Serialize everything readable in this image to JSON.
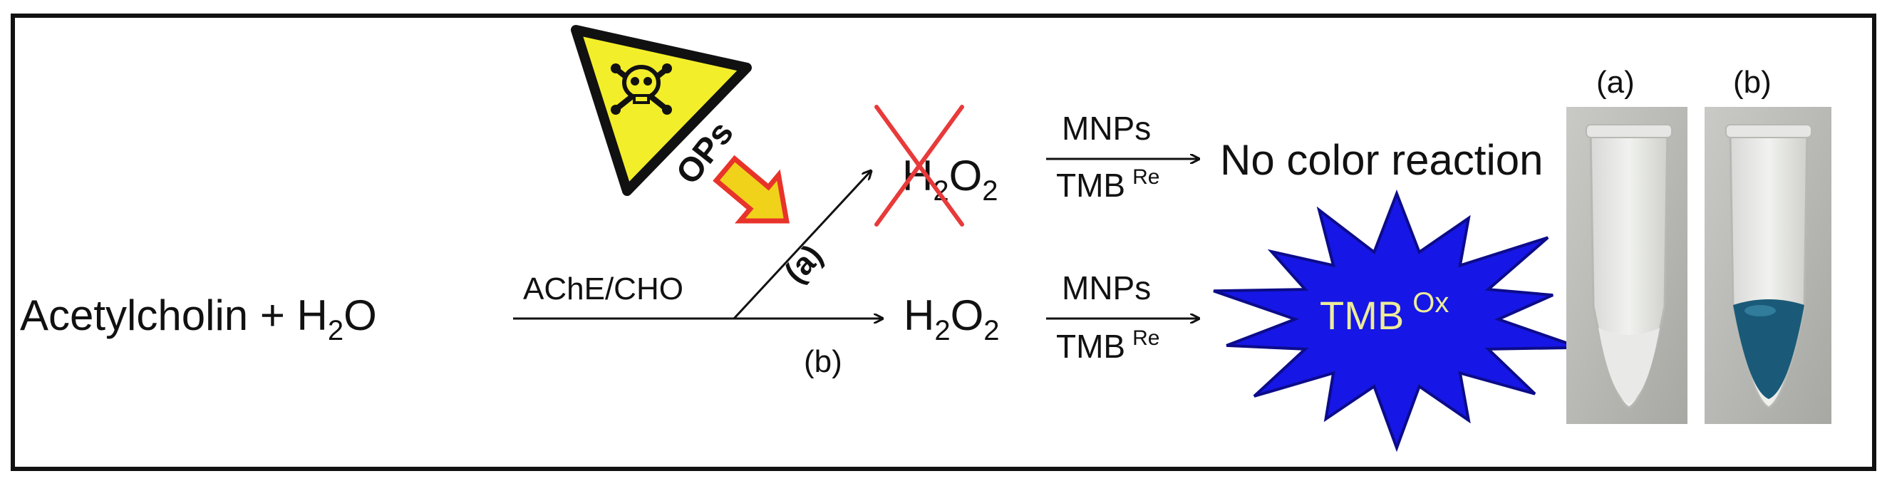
{
  "reactant": {
    "main": "Acetylcholin + H",
    "sub": "2",
    "tail": "O"
  },
  "enzyme_label": "AChE/CHO",
  "hazard": {
    "label": "OPs",
    "icon": "skull-crossbones-icon",
    "sign_color": "#f3ee2a",
    "arrow_color": "#f0d21a",
    "arrow_outline": "#e8332a"
  },
  "path_a": {
    "label": "(a)",
    "product_main": "H",
    "product_sub": "2",
    "product_tail": "O",
    "product_sub2": "2",
    "catalyst": "MNPs",
    "substrate": "TMB",
    "substrate_sup": "Re",
    "result": "No color reaction",
    "cross_color": "#e83a3a"
  },
  "path_b": {
    "label": "(b)",
    "product_main": "H",
    "product_sub": "2",
    "product_tail": "O",
    "product_sub2": "2",
    "catalyst": "MNPs",
    "substrate": "TMB",
    "substrate_sup": "Re",
    "result_main": "TMB",
    "result_sup": "Ox",
    "burst_color": "#1616e6",
    "burst_text_color": "#ecec9a"
  },
  "tubes": {
    "label_a": "(a)",
    "label_b": "(b)",
    "liquid_b_color": "#1a5a78"
  }
}
